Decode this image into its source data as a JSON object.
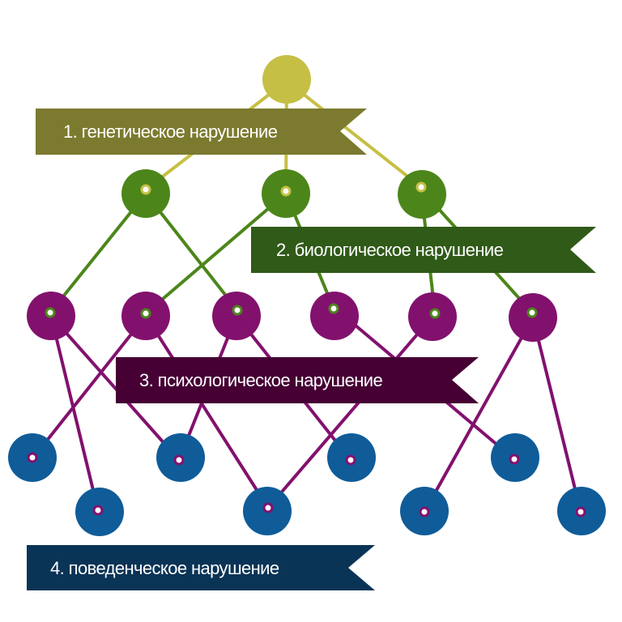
{
  "colors": {
    "level1": "#c6bf45",
    "level2": "#4c861a",
    "level3": "#82116e",
    "level4": "#0f5c99",
    "banner1": "#7c7a2e",
    "banner2": "#2f5a18",
    "banner3": "#460034",
    "banner4": "#0a3456",
    "background": "#ffffff"
  },
  "banners": [
    {
      "label": "1. генетическое нарушение"
    },
    {
      "label": "2. биологическое нарушение"
    },
    {
      "label": "3. психологическое нарушение"
    },
    {
      "label": "4. поведенческое нарушение"
    }
  ]
}
